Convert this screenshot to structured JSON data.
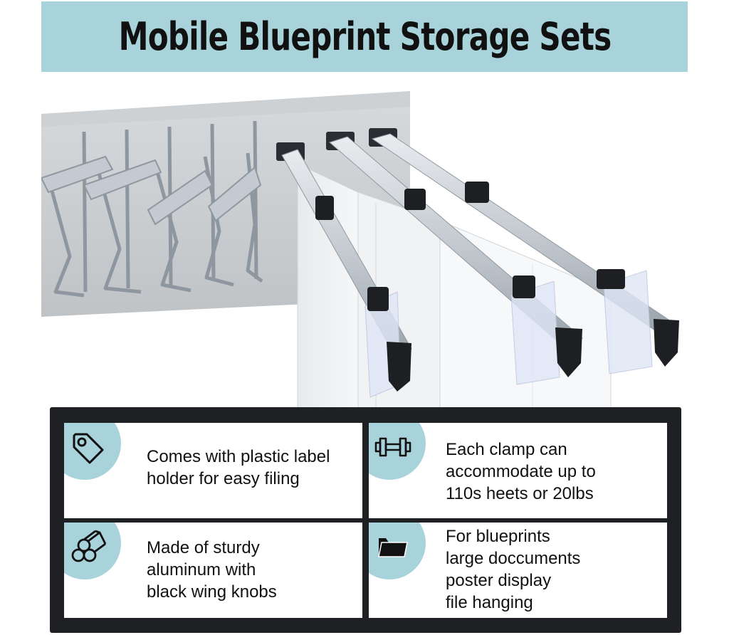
{
  "title": "Mobile Blueprint Storage Sets",
  "colors": {
    "banner": "#a9d3db",
    "panel": "#1f2024",
    "card": "#ffffff",
    "accent_circle": "#a9d3db"
  },
  "features": [
    {
      "icon": "tag-icon",
      "lines": [
        "Comes with plastic label",
        "holder for easy filing"
      ]
    },
    {
      "icon": "clamp-icon",
      "lines": [
        "Each clamp can",
        "accommodate up to",
        "110s heets or 20lbs"
      ]
    },
    {
      "icon": "aluminum-rods-icon",
      "lines": [
        "Made of sturdy",
        "aluminum with",
        "black wing knobs"
      ]
    },
    {
      "icon": "folder-icon",
      "lines": [
        "For blueprints",
        "large doccuments",
        "poster display",
        "file hanging"
      ]
    }
  ]
}
